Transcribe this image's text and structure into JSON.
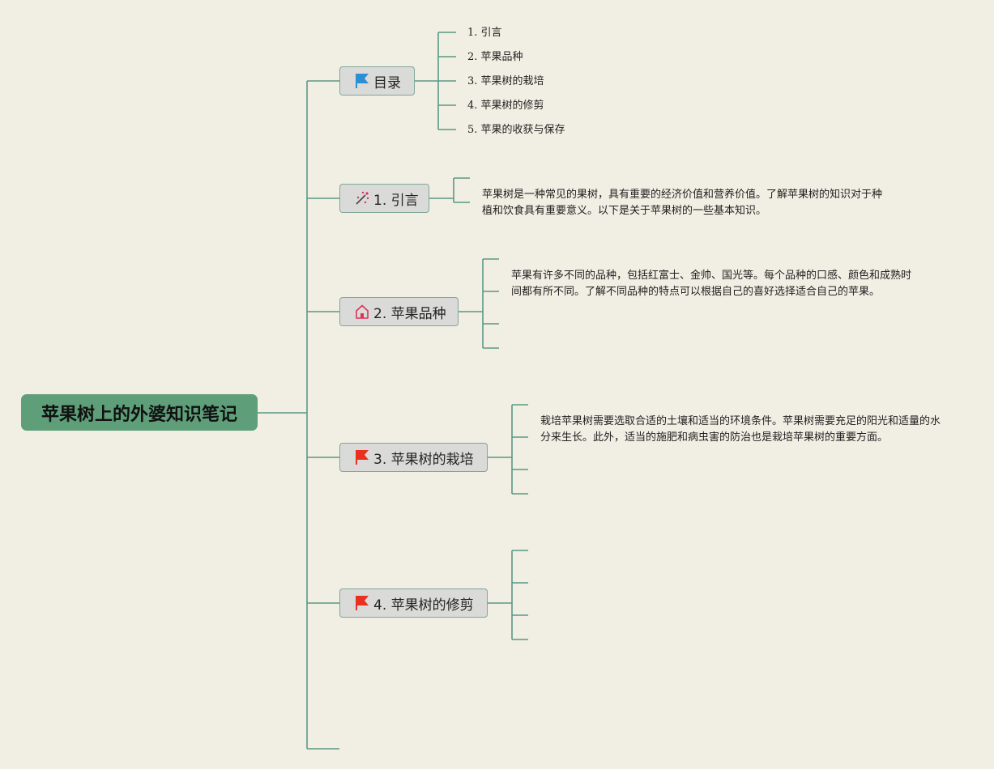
{
  "root": {
    "title": "苹果树上的外婆知识笔记"
  },
  "branches": [
    {
      "label": "目录",
      "icon": "blue-flag-icon",
      "children": [
        "1. 引言",
        "2. 苹果品种",
        "3. 苹果树的栽培",
        "4. 苹果树的修剪",
        "5. 苹果的收获与保存"
      ]
    },
    {
      "label": "1. 引言",
      "icon": "magic-wand-icon",
      "description": "苹果树是一种常见的果树，具有重要的经济价值和营养价值。了解苹果树的知识对于种植和饮食具有重要意义。以下是关于苹果树的一些基本知识。"
    },
    {
      "label": "2. 苹果品种",
      "icon": "home-icon",
      "description": "苹果有许多不同的品种，包括红富士、金帅、国光等。每个品种的口感、颜色和成熟时间都有所不同。了解不同品种的特点可以根据自己的喜好选择适合自己的苹果。"
    },
    {
      "label": "3. 苹果树的栽培",
      "icon": "red-flag-icon",
      "description": "栽培苹果树需要选取合适的土壤和适当的环境条件。苹果树需要充足的阳光和适量的水分来生长。此外，适当的施肥和病虫害的防治也是栽培苹果树的重要方面。"
    },
    {
      "label": "4. 苹果树的修剪",
      "icon": "red-flag-icon"
    }
  ],
  "colors": {
    "background": "#f1eee3",
    "root_fill": "#5e9e79",
    "connector": "#5a9886",
    "node_fill": "#dadbd8",
    "blue_flag": "#2b8fd6",
    "red_flag": "#e8321f",
    "accent_pink": "#e0305a"
  }
}
